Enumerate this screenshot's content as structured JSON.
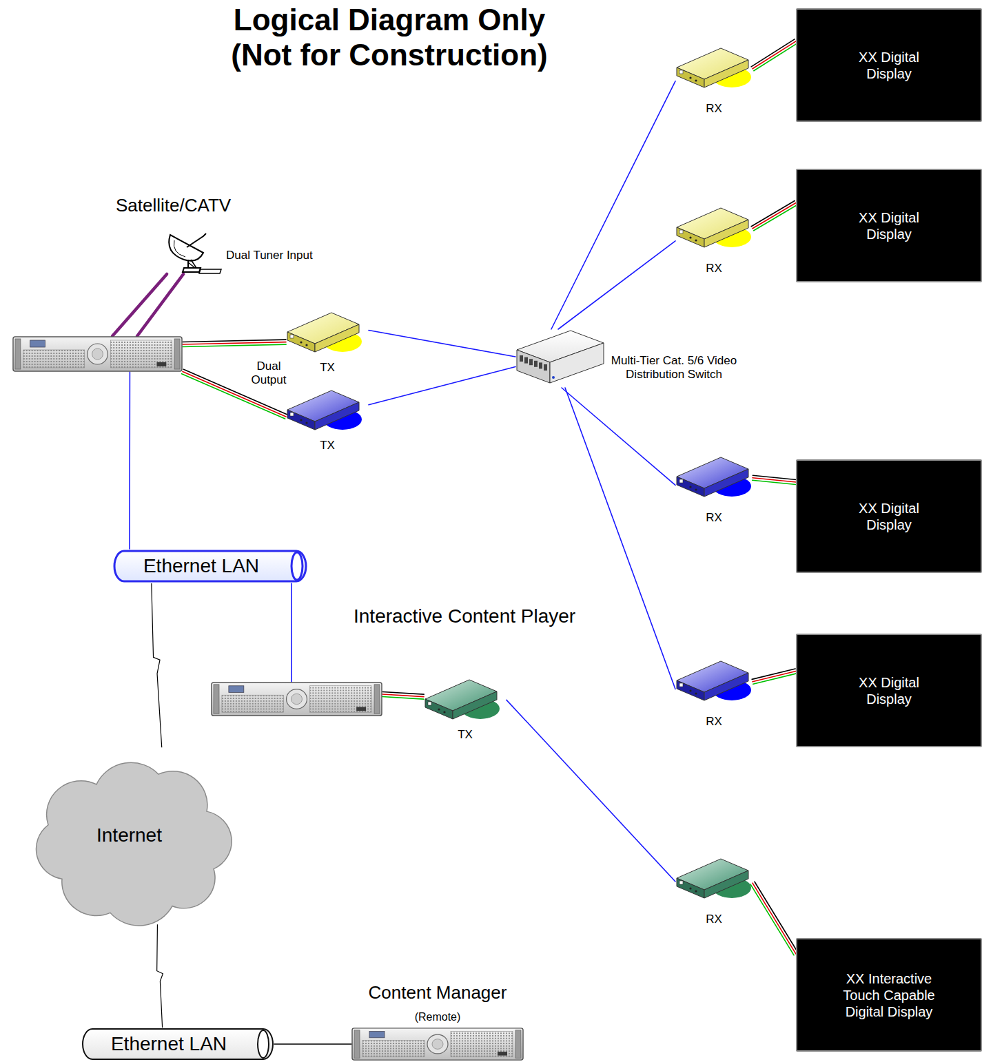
{
  "diagram": {
    "title": "Logical Diagram Only (Not for Construction)",
    "nodes": [
      {
        "text": [
          "XX Digital Display"
        ]
      },
      {
        "text": [
          "RX"
        ]
      },
      {
        "text": [
          "Satellite/CATV",
          "Dual Tuner Input"
        ]
      },
      {
        "text": [
          "XX Digital Display"
        ]
      },
      {
        "text": [
          "RX"
        ]
      },
      {
        "text": [
          "Dual Output"
        ]
      },
      {
        "text": [
          "TX"
        ]
      },
      {
        "text": [
          "TX"
        ]
      },
      {
        "text": [
          "Multi-Tier Cat. 5/6 Video Distribution Switch"
        ]
      },
      {
        "text": [
          "RX"
        ]
      },
      {
        "text": [
          "XX Digital Display"
        ]
      },
      {
        "text": [
          "Ethernet LAN"
        ]
      },
      {
        "text": [
          "Interactive Content Player"
        ]
      },
      {
        "text": [
          "TX"
        ]
      },
      {
        "text": [
          "RX"
        ]
      },
      {
        "text": [
          "XX Digital Display"
        ]
      },
      {
        "text": [
          "Internet"
        ]
      },
      {
        "text": [
          "RX"
        ]
      },
      {
        "text": [
          "XX Interactive Touch Capable Digital Display"
        ]
      },
      {
        "text": [
          "Content Manager",
          "(Remote)"
        ]
      },
      {
        "text": [
          "Ethernet LAN"
        ]
      }
    ],
    "edges": [
      {
        "from": 2,
        "to": 5,
        "arrow": "none"
      },
      {
        "from": 5,
        "to": 6,
        "arrow": "none"
      },
      {
        "from": 5,
        "to": 7,
        "arrow": "none"
      },
      {
        "from": 6,
        "to": 8,
        "arrow": "none"
      },
      {
        "from": 7,
        "to": 8,
        "arrow": "none"
      },
      {
        "from": 8,
        "to": 1,
        "arrow": "none"
      },
      {
        "from": 8,
        "to": 4,
        "arrow": "none"
      },
      {
        "from": 8,
        "to": 9,
        "arrow": "none"
      },
      {
        "from": 8,
        "to": 14,
        "arrow": "none"
      },
      {
        "from": 1,
        "to": 0,
        "arrow": "none"
      },
      {
        "from": 4,
        "to": 3,
        "arrow": "none"
      },
      {
        "from": 9,
        "to": 10,
        "arrow": "none"
      },
      {
        "from": 14,
        "to": 15,
        "arrow": "none"
      },
      {
        "from": 17,
        "to": 18,
        "arrow": "none"
      },
      {
        "from": 5,
        "to": 11,
        "arrow": "none"
      },
      {
        "from": 11,
        "to": 12,
        "arrow": "none"
      },
      {
        "from": 12,
        "to": 13,
        "arrow": "none"
      },
      {
        "from": 13,
        "to": 17,
        "arrow": "none"
      },
      {
        "from": 11,
        "to": 16,
        "arrow": "none"
      },
      {
        "from": 16,
        "to": 20,
        "arrow": "none"
      },
      {
        "from": 20,
        "to": 19,
        "arrow": "none"
      }
    ]
  }
}
